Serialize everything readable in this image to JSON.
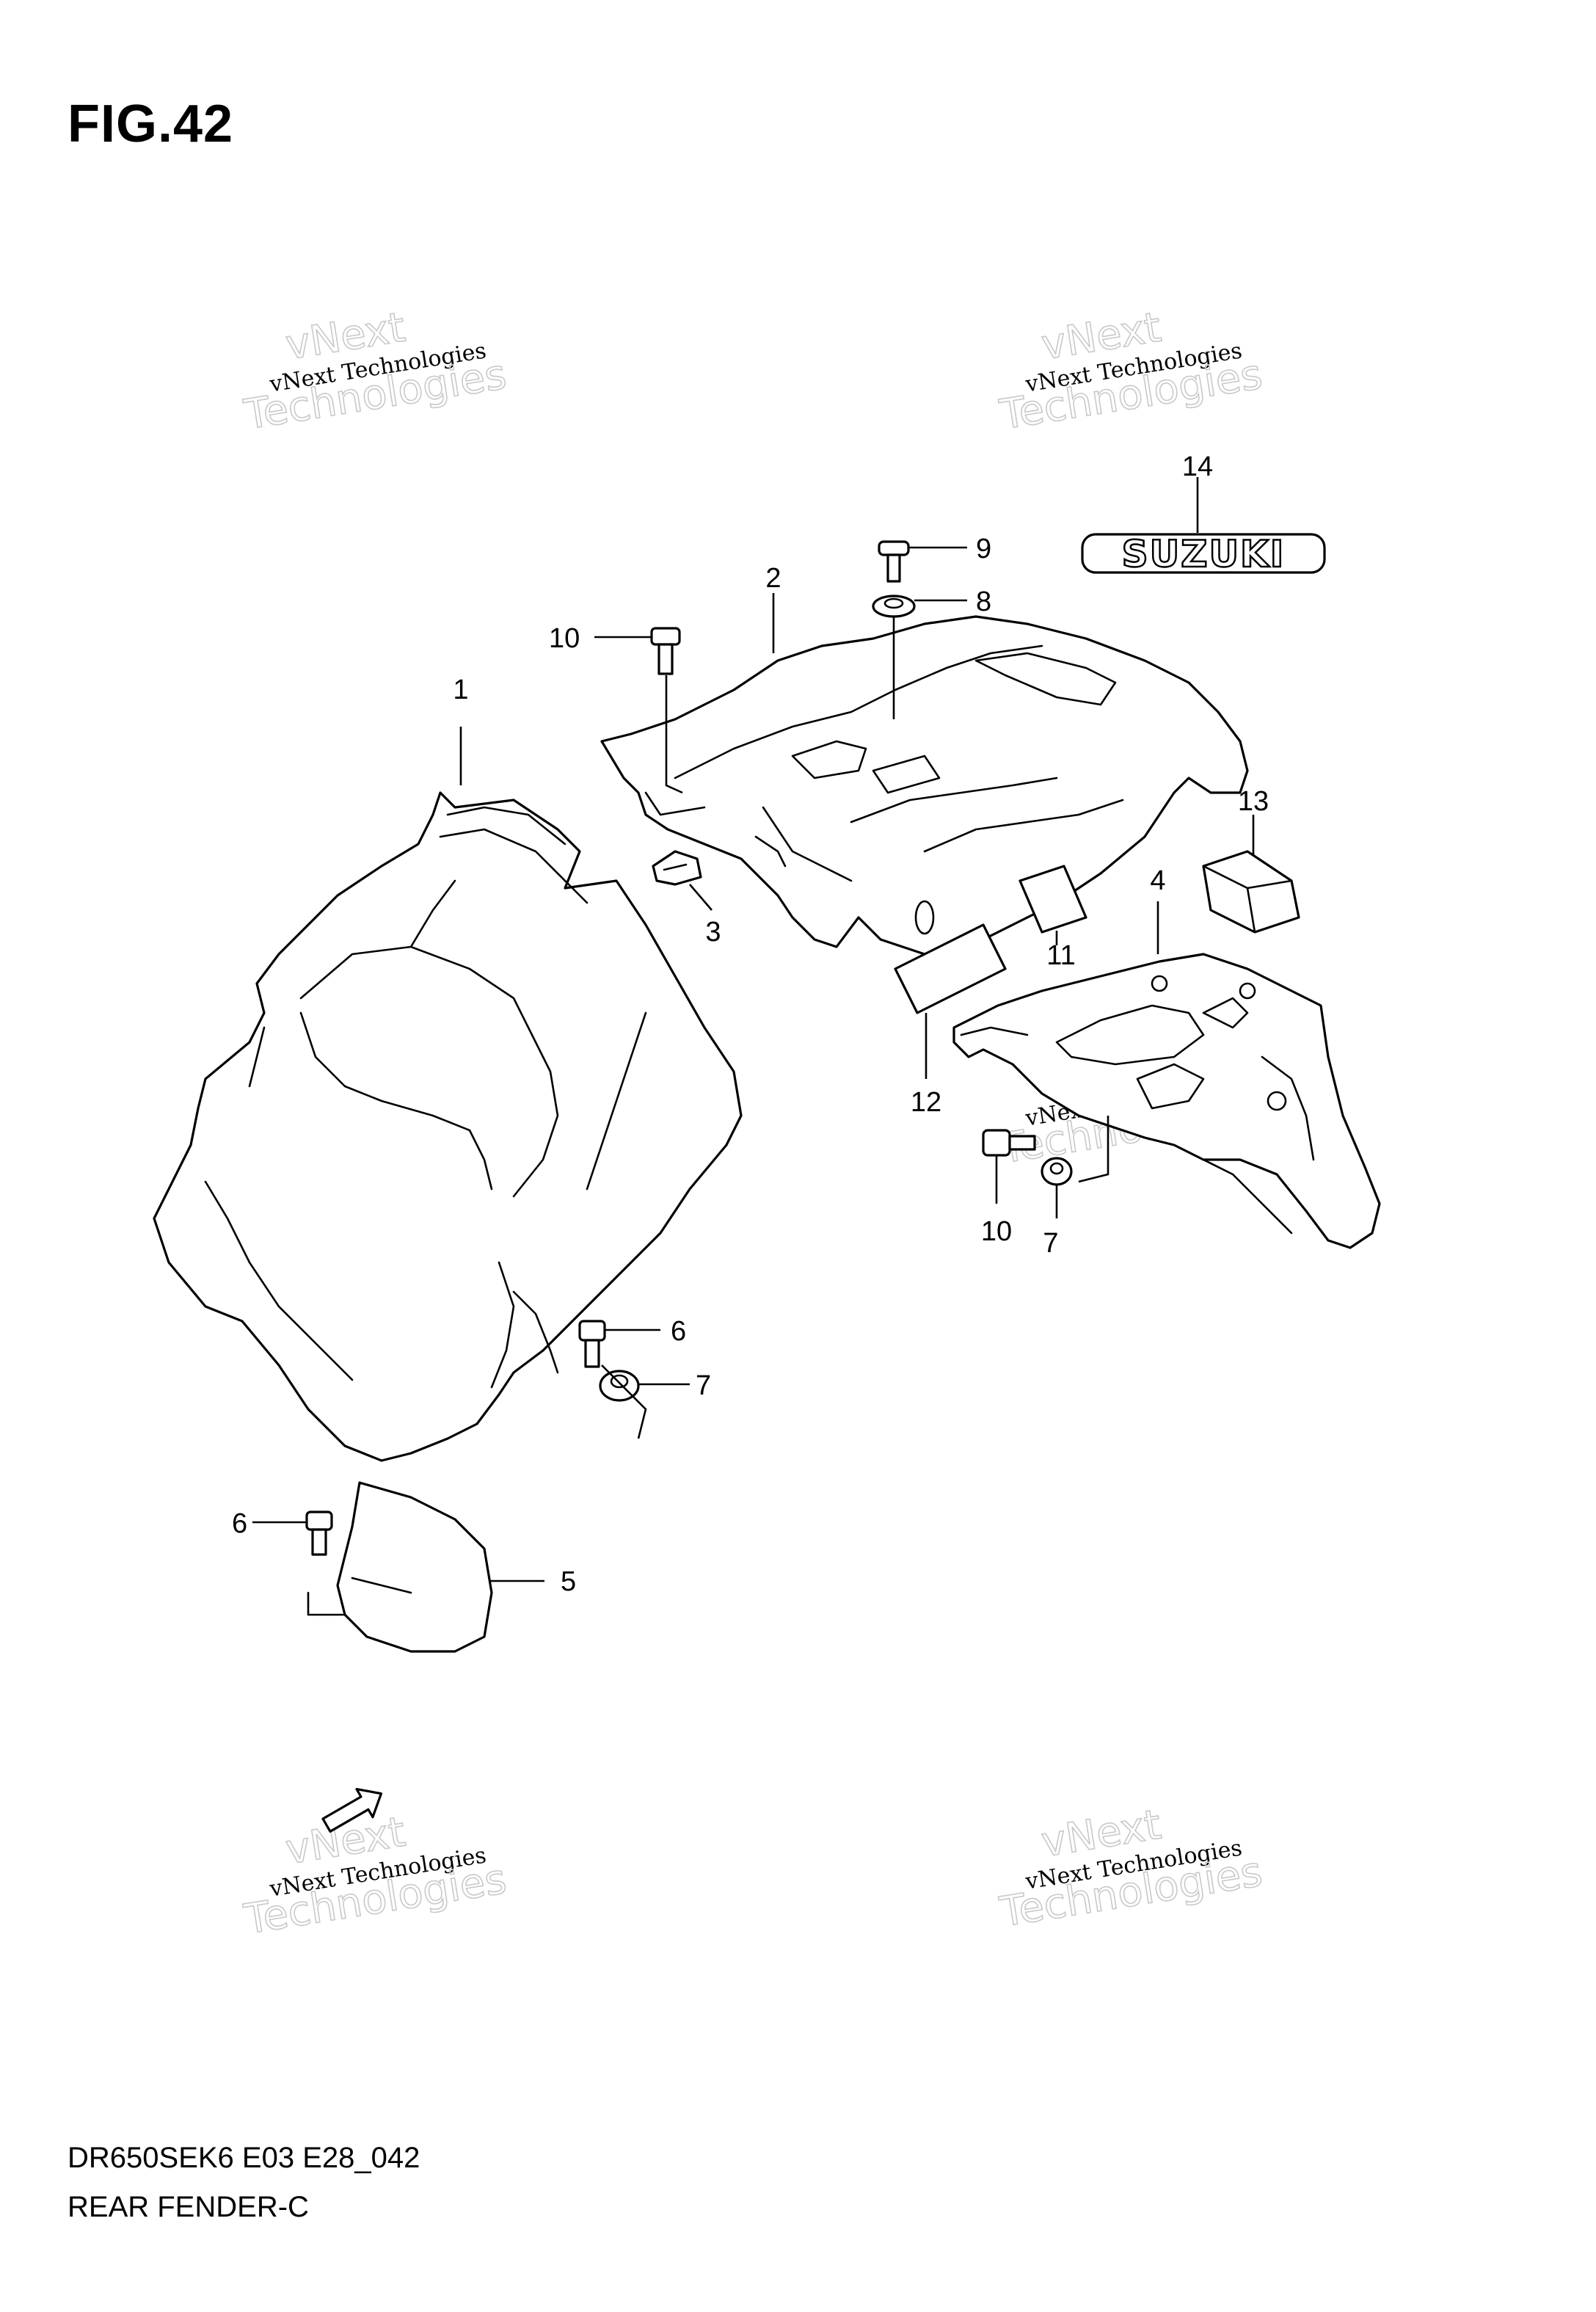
{
  "figure": {
    "title": "FIG.42",
    "footer_code": "DR650SEK6 E03 E28_042",
    "footer_name": "REAR FENDER-C"
  },
  "brand_logo_text": "SUZUKI",
  "watermark": {
    "line1": "vNext",
    "line2": "vNext Technologies",
    "line3": "Technologies"
  },
  "callouts": [
    {
      "id": "c1",
      "label": "1"
    },
    {
      "id": "c2",
      "label": "2"
    },
    {
      "id": "c3",
      "label": "3"
    },
    {
      "id": "c4",
      "label": "4"
    },
    {
      "id": "c5",
      "label": "5"
    },
    {
      "id": "c6a",
      "label": "6"
    },
    {
      "id": "c6b",
      "label": "6"
    },
    {
      "id": "c7a",
      "label": "7"
    },
    {
      "id": "c7b",
      "label": "7"
    },
    {
      "id": "c8",
      "label": "8"
    },
    {
      "id": "c9",
      "label": "9"
    },
    {
      "id": "c10a",
      "label": "10"
    },
    {
      "id": "c10b",
      "label": "10"
    },
    {
      "id": "c11",
      "label": "11"
    },
    {
      "id": "c12",
      "label": "12"
    },
    {
      "id": "c13",
      "label": "13"
    },
    {
      "id": "c14",
      "label": "14"
    }
  ],
  "colors": {
    "line": "#000000",
    "background": "#ffffff",
    "watermark_outline": "#c9c9c9"
  }
}
